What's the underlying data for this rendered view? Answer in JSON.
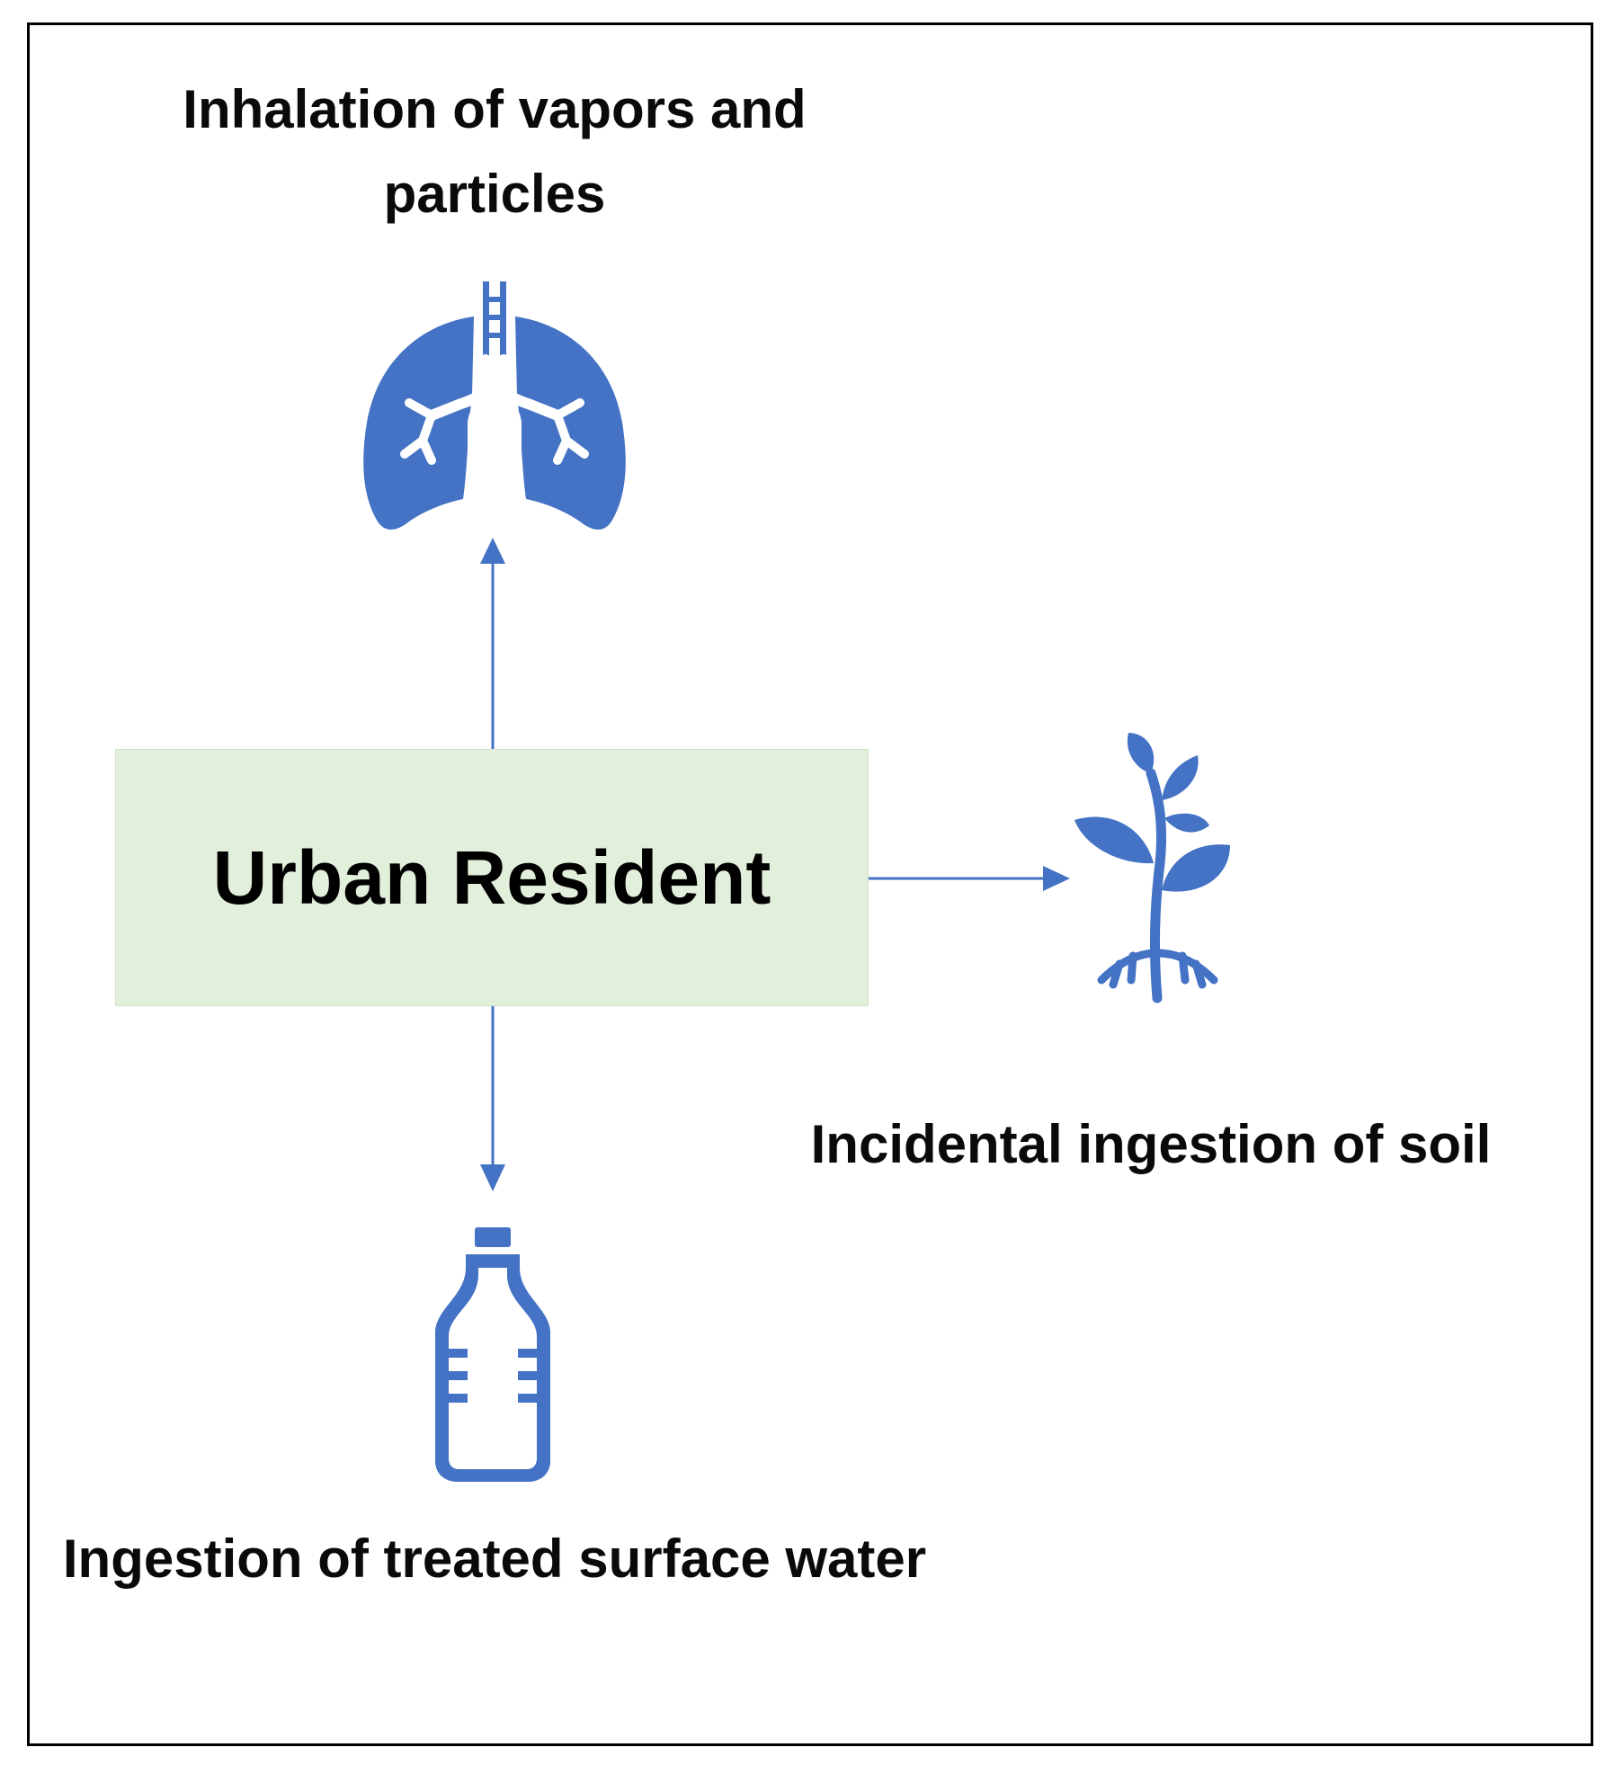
{
  "center": {
    "label": "Urban Resident",
    "fill": "#e2efda"
  },
  "pathways": [
    {
      "label": "Inhalation of vapors and particles",
      "icon": "lungs-icon"
    },
    {
      "label": "Incidental ingestion of soil",
      "icon": "plant-icon"
    },
    {
      "label": "Ingestion of treated surface water",
      "icon": "water-bottle-icon"
    }
  ],
  "colors": {
    "icon": "#4472c4",
    "arrow": "#4472c4",
    "text": "#0a0a0a"
  }
}
